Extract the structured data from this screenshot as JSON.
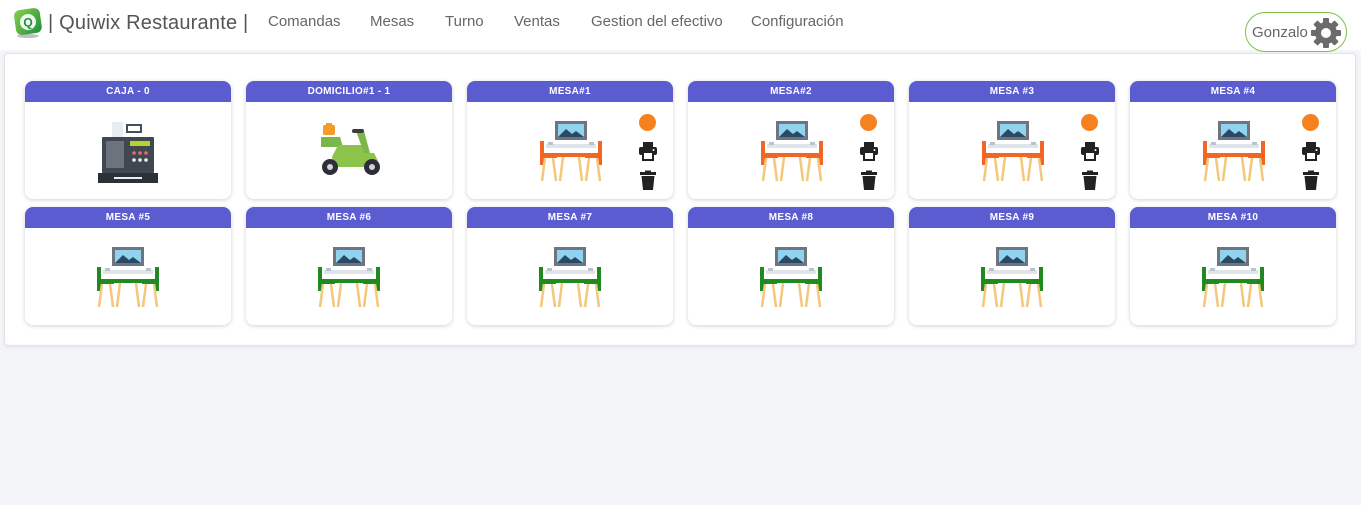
{
  "app": {
    "brand": "| Quiwix Restaurante |",
    "logo_letter": "Q"
  },
  "nav": {
    "items": [
      "Comandas",
      "Mesas",
      "Turno",
      "Ventas",
      "Gestion del efectivo",
      "Configuración"
    ]
  },
  "user": {
    "name": "Gonzalo"
  },
  "colors": {
    "header": "#5a5ccf",
    "busy_table": "#f6821f",
    "free_table": "#1f8a1f",
    "accent_green": "#7fc241"
  },
  "cards": [
    {
      "label": "CAJA - 0",
      "kind": "register",
      "status": "none"
    },
    {
      "label": "DOMICILIO#1 - 1",
      "kind": "delivery",
      "status": "none"
    },
    {
      "label": "MESA#1",
      "kind": "table",
      "status": "occupied"
    },
    {
      "label": "MESA#2",
      "kind": "table",
      "status": "occupied"
    },
    {
      "label": "MESA #3",
      "kind": "table",
      "status": "occupied"
    },
    {
      "label": "MESA #4",
      "kind": "table",
      "status": "occupied"
    },
    {
      "label": "MESA #5",
      "kind": "table",
      "status": "free"
    },
    {
      "label": "MESA #6",
      "kind": "table",
      "status": "free"
    },
    {
      "label": "MESA #7",
      "kind": "table",
      "status": "free"
    },
    {
      "label": "MESA #8",
      "kind": "table",
      "status": "free"
    },
    {
      "label": "MESA #9",
      "kind": "table",
      "status": "free"
    },
    {
      "label": "MESA #10",
      "kind": "table",
      "status": "free"
    }
  ]
}
